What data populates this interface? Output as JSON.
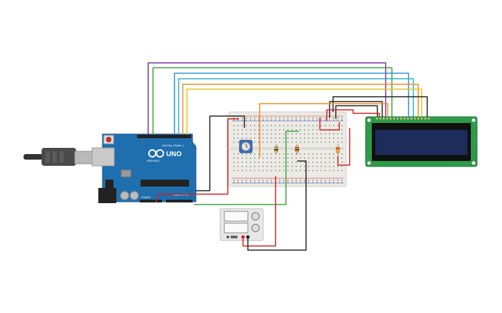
{
  "arduino": {
    "model_text": "UNO",
    "brand_text": "ARDUINO",
    "digital_header_text": "DIGITAL (PWM~)",
    "analog_header_text": "ANALOG IN",
    "power_header_text": "POWER"
  },
  "wire_colors": {
    "purple": "#7b2fa0",
    "green": "#3aa23a",
    "blue": "#2a8fd0",
    "cyan": "#29b0c8",
    "orange": "#f28a1d",
    "yellow": "#e6c21e",
    "black": "#222222",
    "red": "#d42020"
  },
  "colors": {
    "board": "#1f6fae",
    "lcd_pcb": "#2f9a4a",
    "lcd_screen": "#1c2d5c",
    "breadboard": "#eceae5",
    "usb_cable": "#444444"
  },
  "icons": [
    "usb-plug-icon",
    "arduino-logo-icon",
    "potentiometer-icon",
    "resistor-icon",
    "power-supply-icon"
  ]
}
